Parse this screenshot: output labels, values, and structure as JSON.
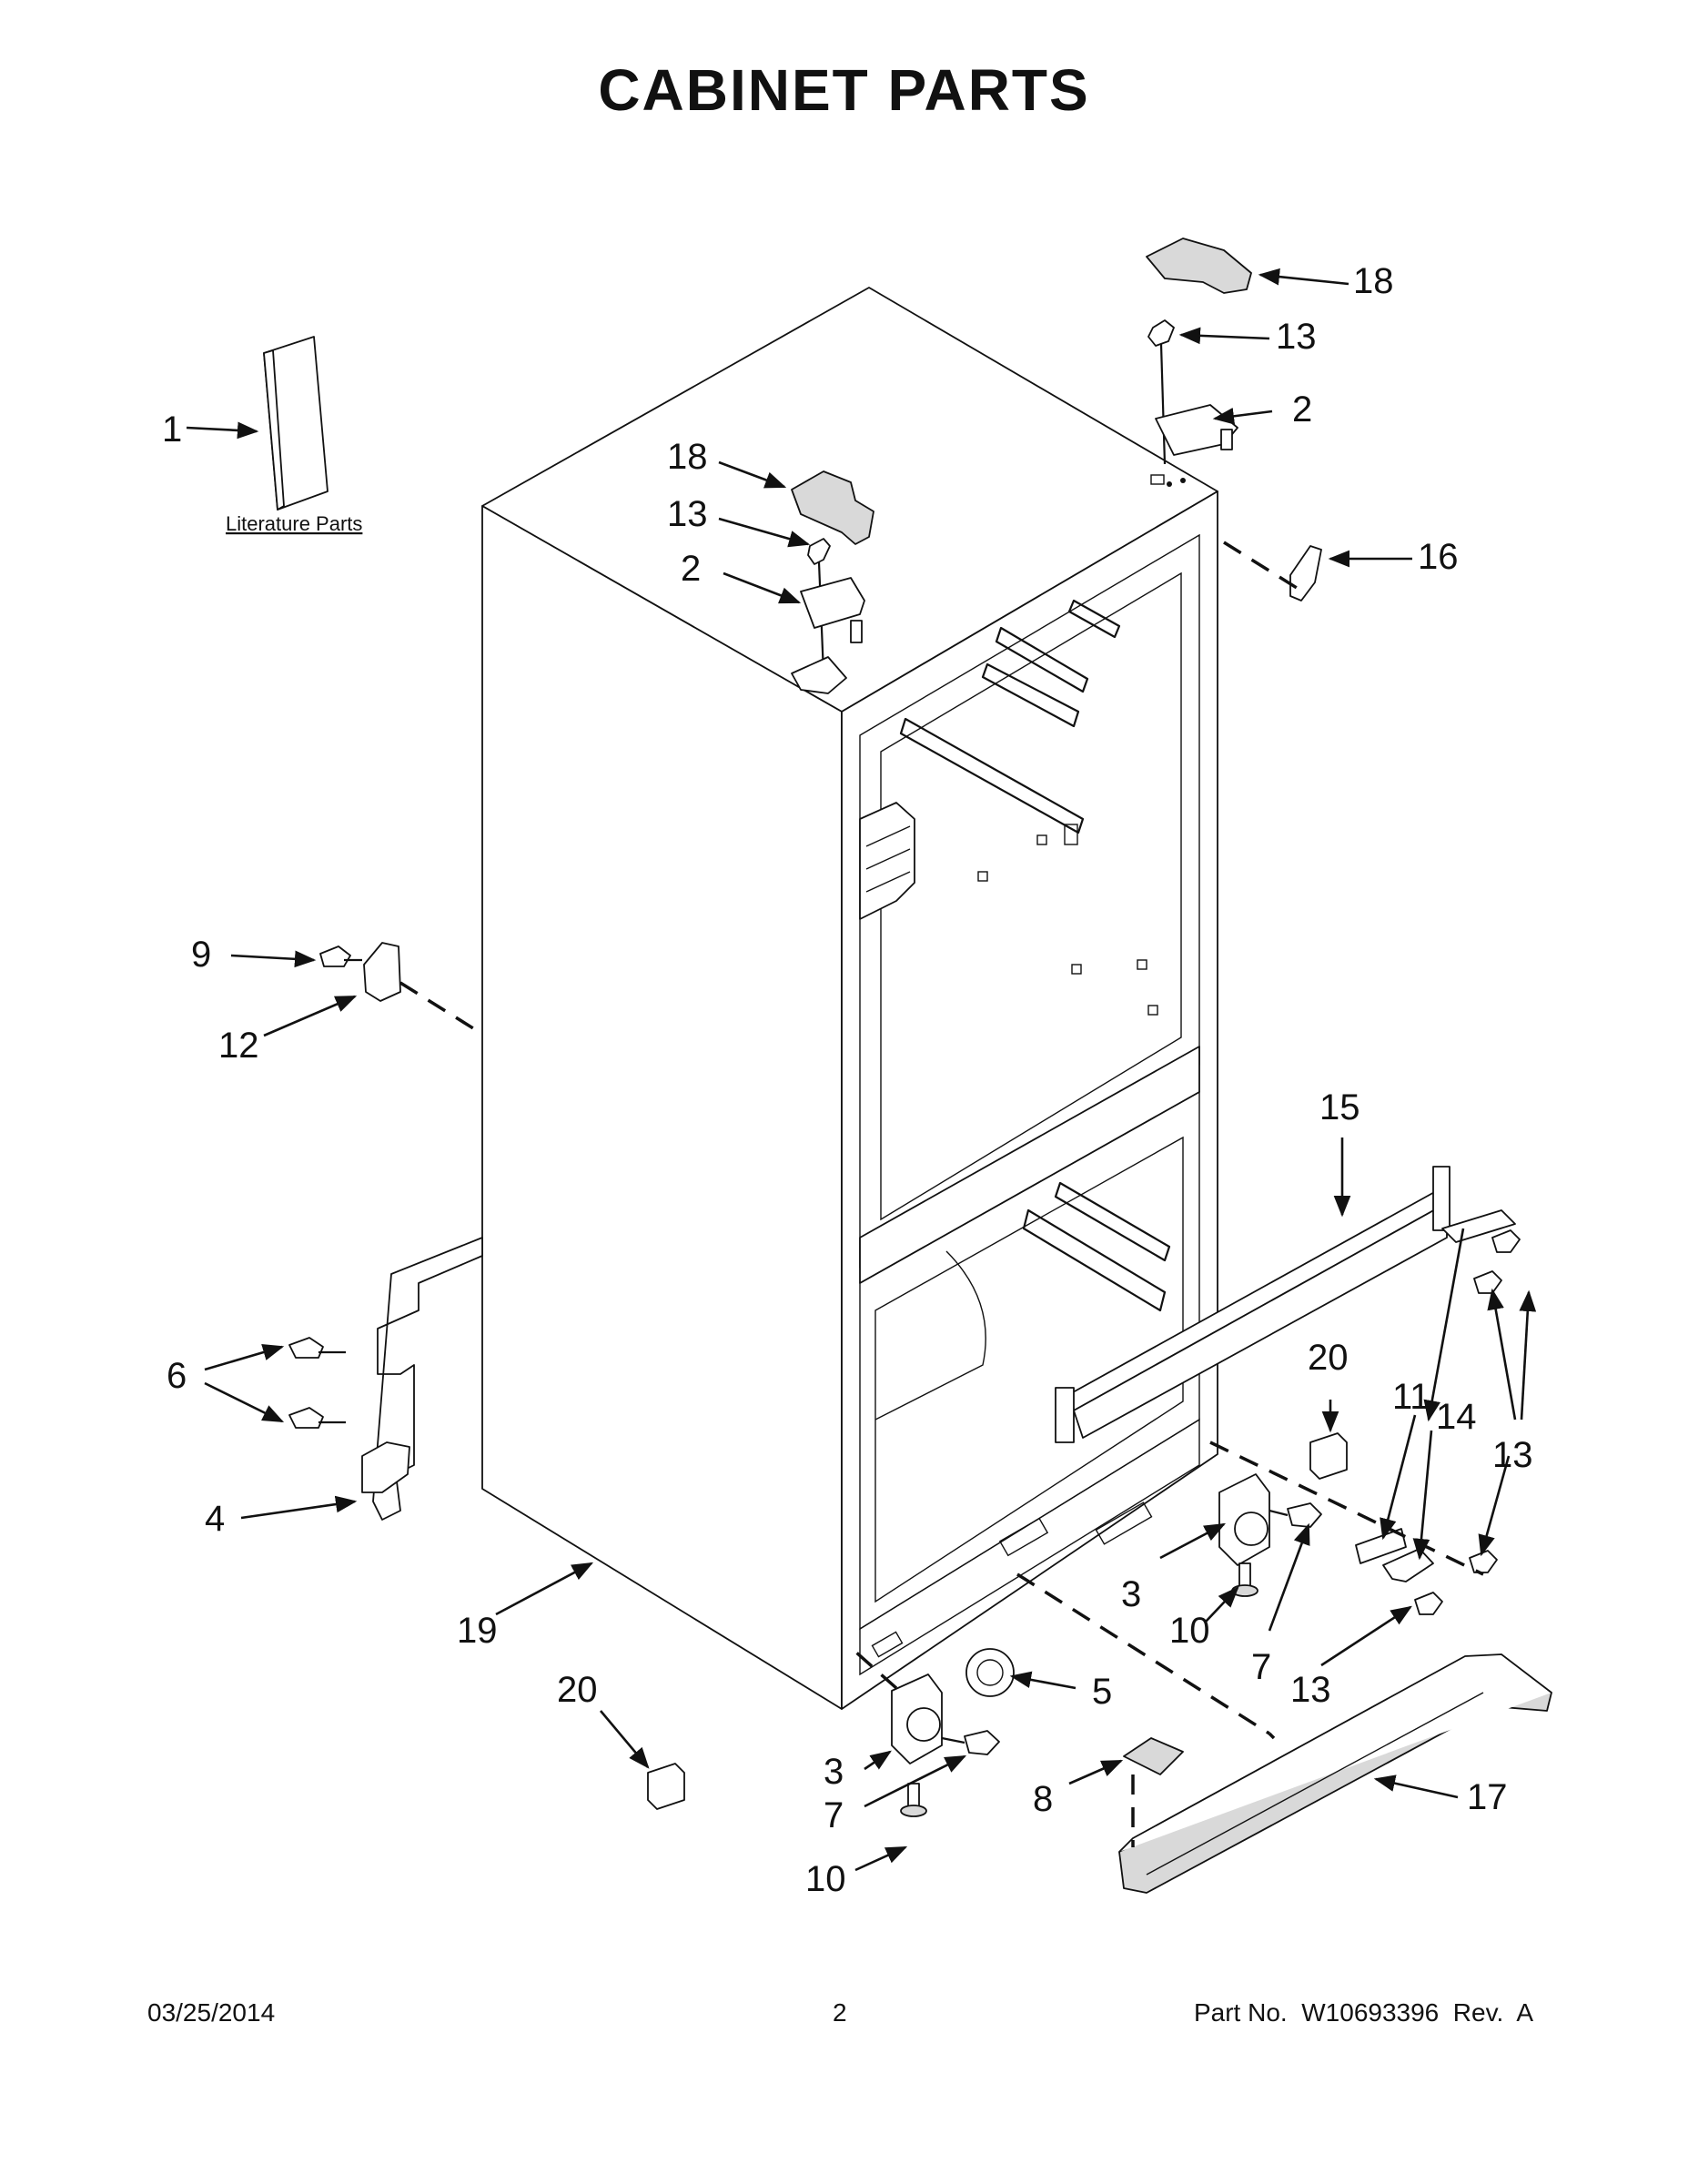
{
  "title": "CABINET PARTS",
  "literature_label": "Literature Parts",
  "callouts": {
    "c1": "1",
    "c2a": "2",
    "c2b": "2",
    "c3a": "3",
    "c3b": "3",
    "c4": "4",
    "c5": "5",
    "c6": "6",
    "c7a": "7",
    "c7b": "7",
    "c8": "8",
    "c9": "9",
    "c10a": "10",
    "c10b": "10",
    "c11": "11",
    "c12": "12",
    "c13a": "13",
    "c13b": "13",
    "c13c": "13",
    "c13d": "13",
    "c14": "14",
    "c15": "15",
    "c16": "16",
    "c17": "17",
    "c18a": "18",
    "c18b": "18",
    "c19": "19",
    "c20a": "20",
    "c20b": "20"
  },
  "footer": {
    "date": "03/25/2014",
    "page": "2",
    "part_no": "Part No.  W10693396  Rev.  A"
  }
}
